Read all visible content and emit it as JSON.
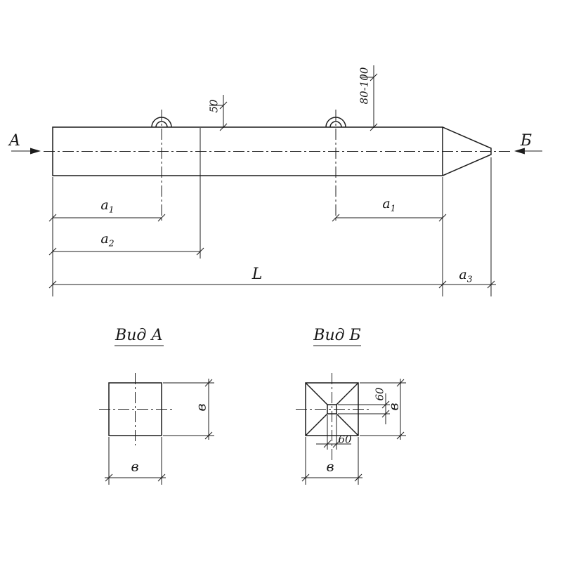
{
  "drawing": {
    "arrows": {
      "left_label": "А",
      "right_label": "Б"
    },
    "dimensions": {
      "a1_left": {
        "base": "а",
        "sub": "1"
      },
      "a1_right": {
        "base": "а",
        "sub": "1"
      },
      "a2": {
        "base": "а",
        "sub": "2"
      },
      "a3": {
        "base": "а",
        "sub": "3"
      },
      "length_label": "L",
      "loop1_offset": "50",
      "loop2_offset": "80-100"
    },
    "view_a": {
      "title": "Вид А",
      "side_dim": "в",
      "bottom_dim": "в"
    },
    "view_b": {
      "title": "Вид Б",
      "tip_dim_vertical": "60",
      "tip_dim_horizontal": "60",
      "side_dim": "в",
      "bottom_dim": "в"
    },
    "colors": {
      "line": "#1c1c1c",
      "background": "#ffffff"
    }
  }
}
